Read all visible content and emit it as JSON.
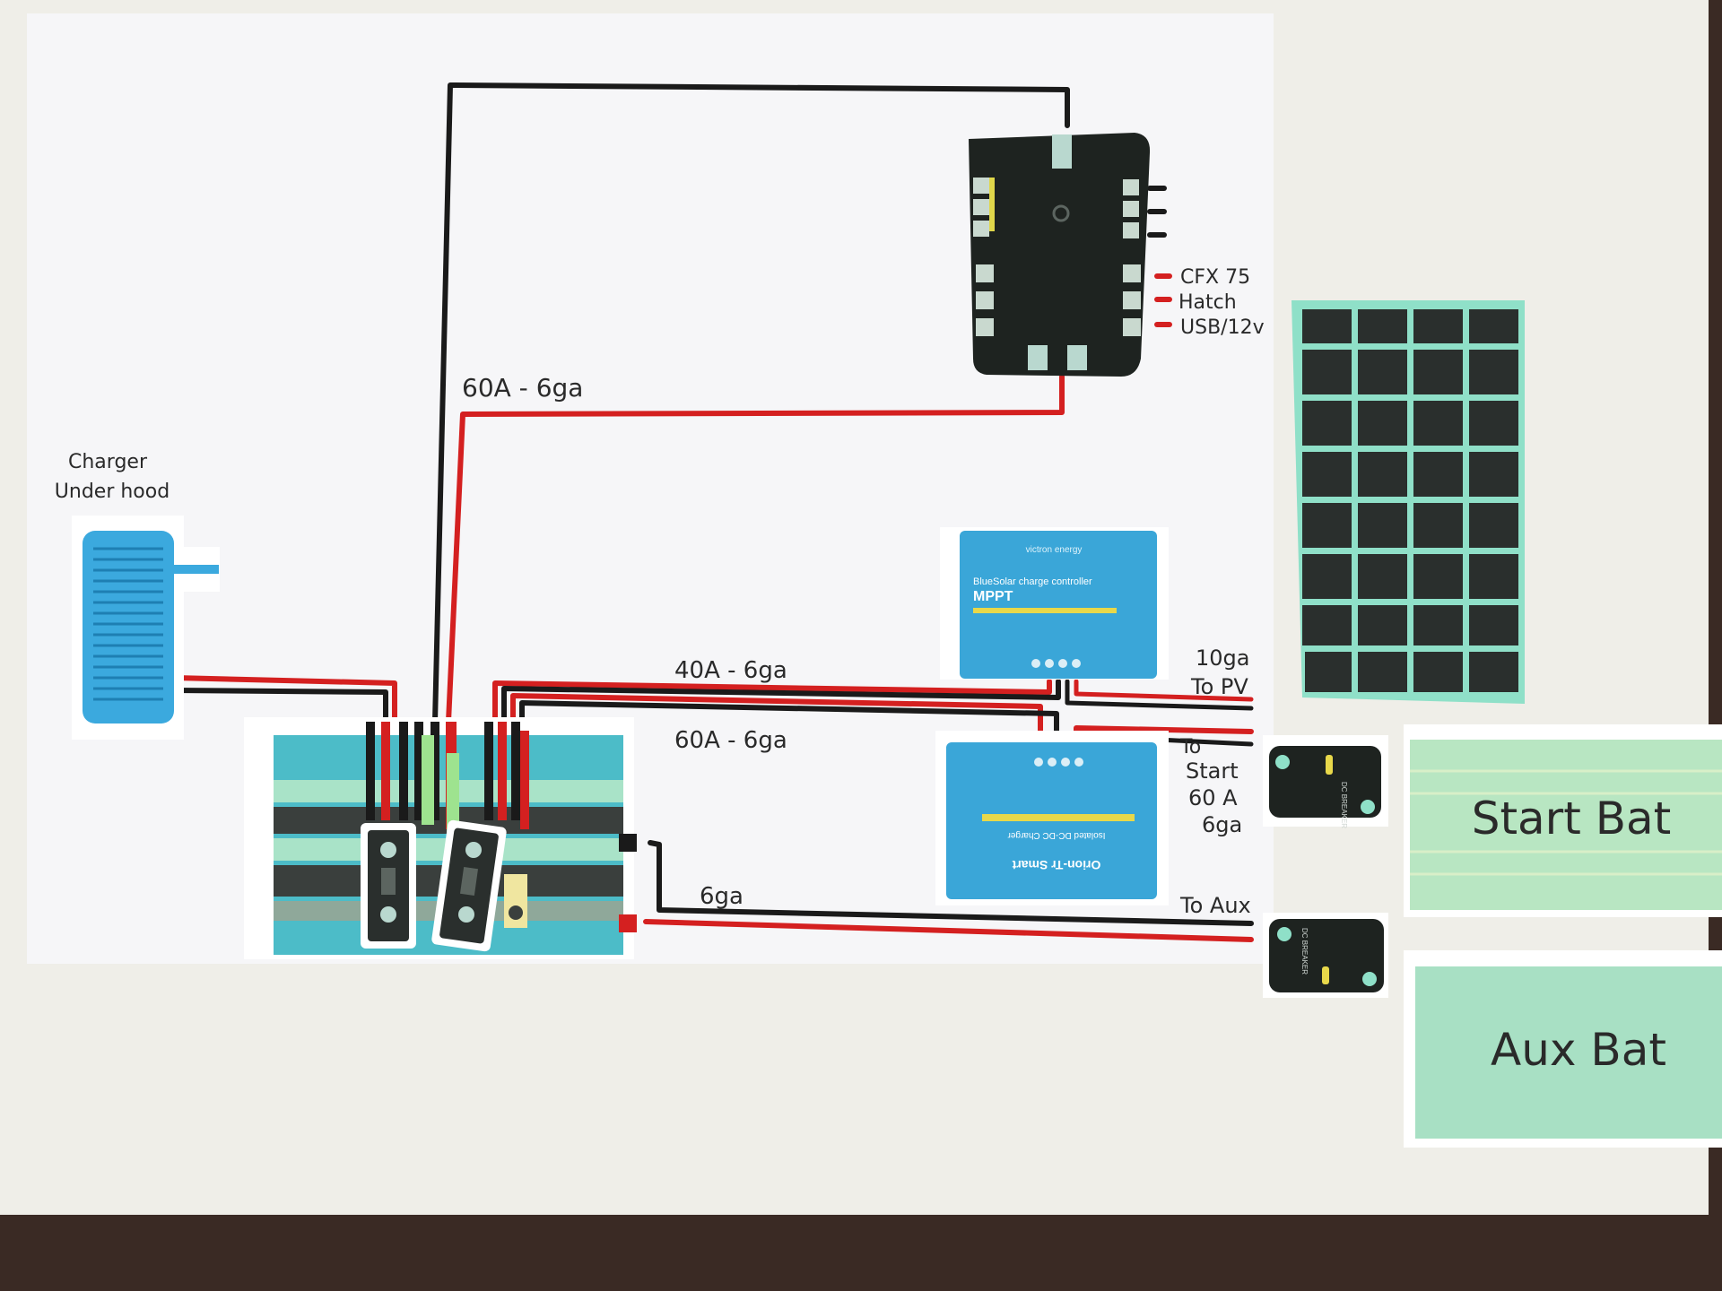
{
  "labels": {
    "charger_line1": "Charger",
    "charger_line2": "Under hood",
    "wire_top": "60A - 6ga",
    "wire_40a": "40A - 6ga",
    "wire_60a": "60A - 6ga",
    "wire_6ga": "6ga",
    "pv_line1": "10ga",
    "pv_line2": "To PV",
    "start_line1": "To",
    "start_line2": "Start",
    "start_line3": "60 A",
    "start_line4": "6ga",
    "to_aux": "To Aux"
  },
  "fuse_outputs": [
    "CFX 75",
    "Hatch",
    "USB/12v"
  ],
  "mppt": {
    "brand": "victron energy",
    "line1": "BlueSolar charge controller",
    "line2": "MPPT"
  },
  "dcdc": {
    "line1": "Orion-Tr Smart",
    "line2": "Isolated DC-DC Charger"
  },
  "breakers": {
    "start_label": "DC BREAKER",
    "aux_label": "DC BREAKER"
  },
  "batteries": {
    "start": "Start Bat",
    "aux": "Aux Bat"
  },
  "colors": {
    "wire_pos": "#d42020",
    "wire_neg": "#1a1a1a",
    "victron_blue": "#3aa6d8",
    "battery_green": "#a8e0c4",
    "panel_cell": "#2a2f2d",
    "panel_grid": "#8fe0c8"
  }
}
